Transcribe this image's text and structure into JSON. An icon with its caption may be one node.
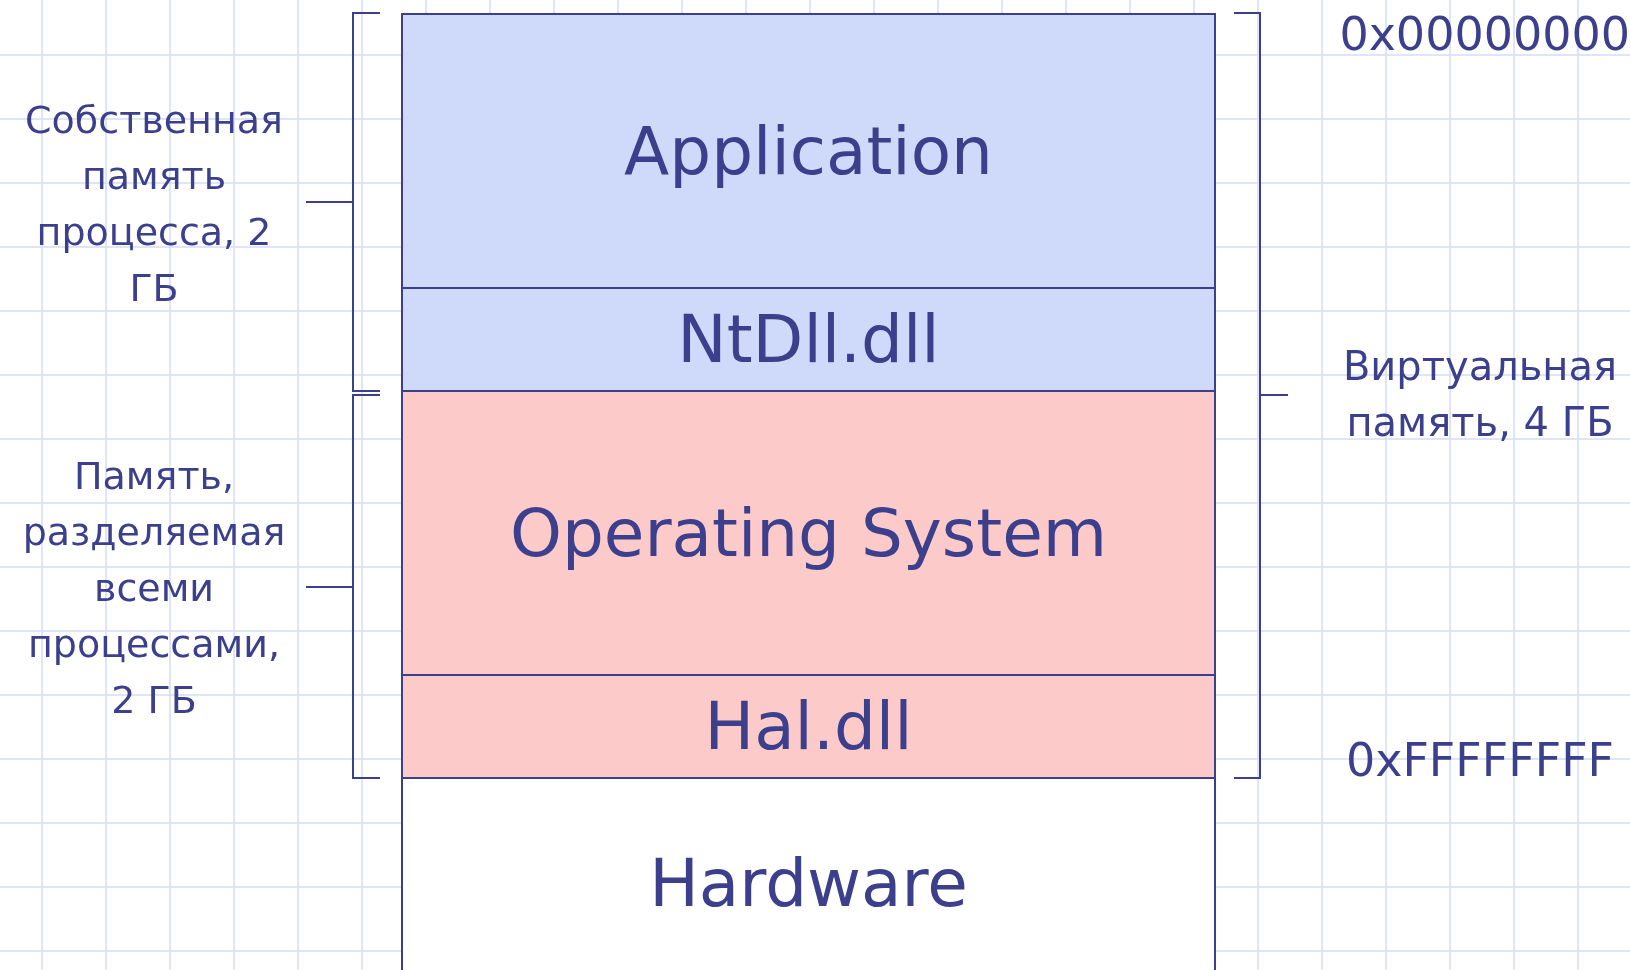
{
  "diagram": {
    "nodes": [
      {
        "text": [
          "Application"
        ]
      },
      {
        "text": [
          "NtDll.dll"
        ]
      },
      {
        "text": [
          "Operating System"
        ]
      },
      {
        "text": [
          "Hal.dll"
        ]
      },
      {
        "text": [
          "Hardware"
        ]
      }
    ],
    "labels": [
      "0x00000000",
      "Собственная память процесса, 2 ГБ",
      "Виртуальная память, 4 ГБ",
      "Память, разделяемая всеми процессами, 2 ГБ",
      "0xFFFFFFFF"
    ]
  }
}
